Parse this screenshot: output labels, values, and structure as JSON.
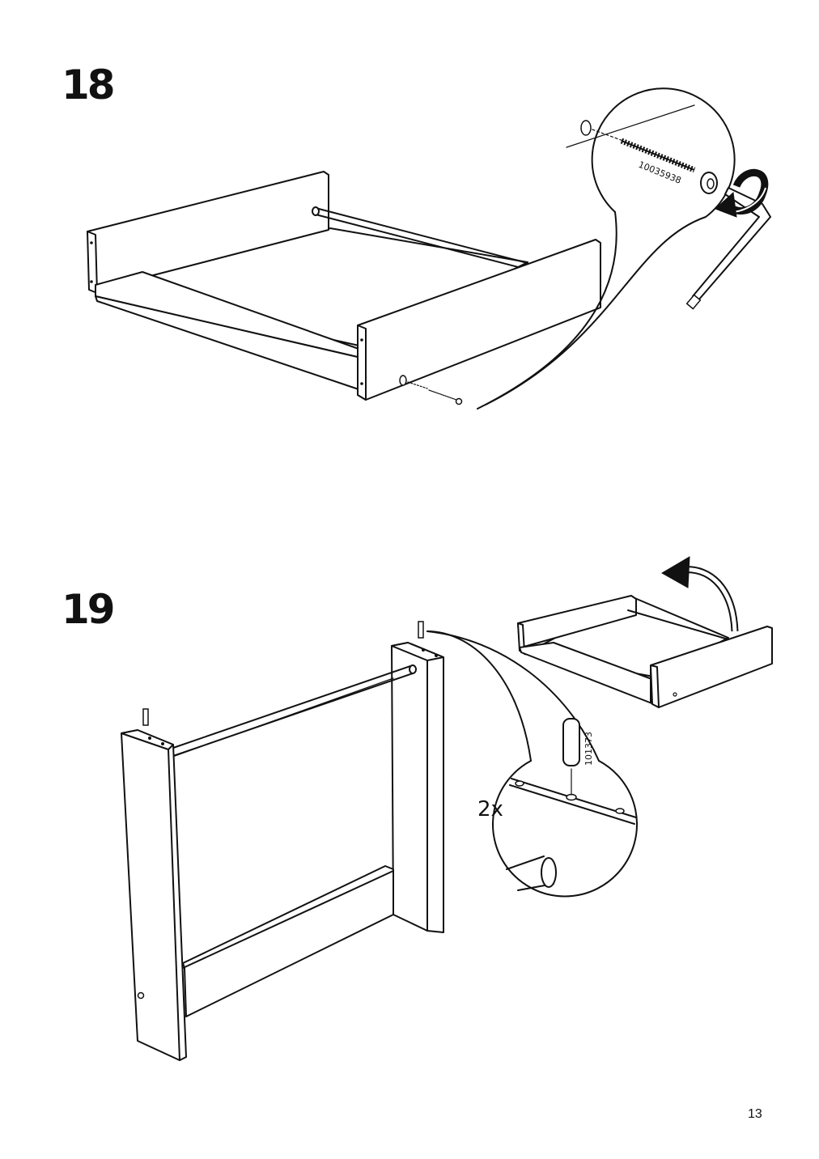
{
  "steps": [
    {
      "number": "18",
      "part_code": "10035938"
    },
    {
      "number": "19",
      "part_code": "101373",
      "quantity": "2x"
    }
  ],
  "page_number": "13",
  "icons": [
    "screw-icon",
    "allen-key-icon",
    "wooden-dowel-icon",
    "rotate-arrow-icon",
    "flip-arrow-icon"
  ]
}
